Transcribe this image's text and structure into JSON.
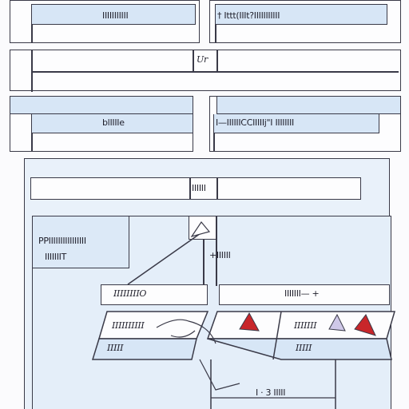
{
  "row1": {
    "left_label": "IIIIIIIIIII",
    "right_label": "† Ittt(IIIt?IIIIIIIIIII"
  },
  "row2": {
    "center_label": "Ur"
  },
  "row3": {
    "left_label": "blIIIIe",
    "right_label": "I—IIIIIICCIIIIIj\"I  IIIIIIII"
  },
  "lower": {
    "top_bar_label": "IIIIII",
    "left_panel_line1": "PPIIIIIIIIIIIIIIII",
    "left_panel_line2": "IIIIIIIT",
    "center_label": "+IIIIII",
    "mid_left_label": "IIIIIIIIO",
    "mid_right_label": "IIIIIII— +",
    "para_left_label": "IIIIIIIIII",
    "para_right_label": "IIIIIII",
    "bottom_left_label": "IIIII",
    "bottom_right_label": "IIIII",
    "foot_label": "I · 3  IIIII"
  },
  "colors": {
    "band": "#d7e6f6",
    "stroke": "#3a3a48",
    "accent_red": "#c8262a"
  }
}
